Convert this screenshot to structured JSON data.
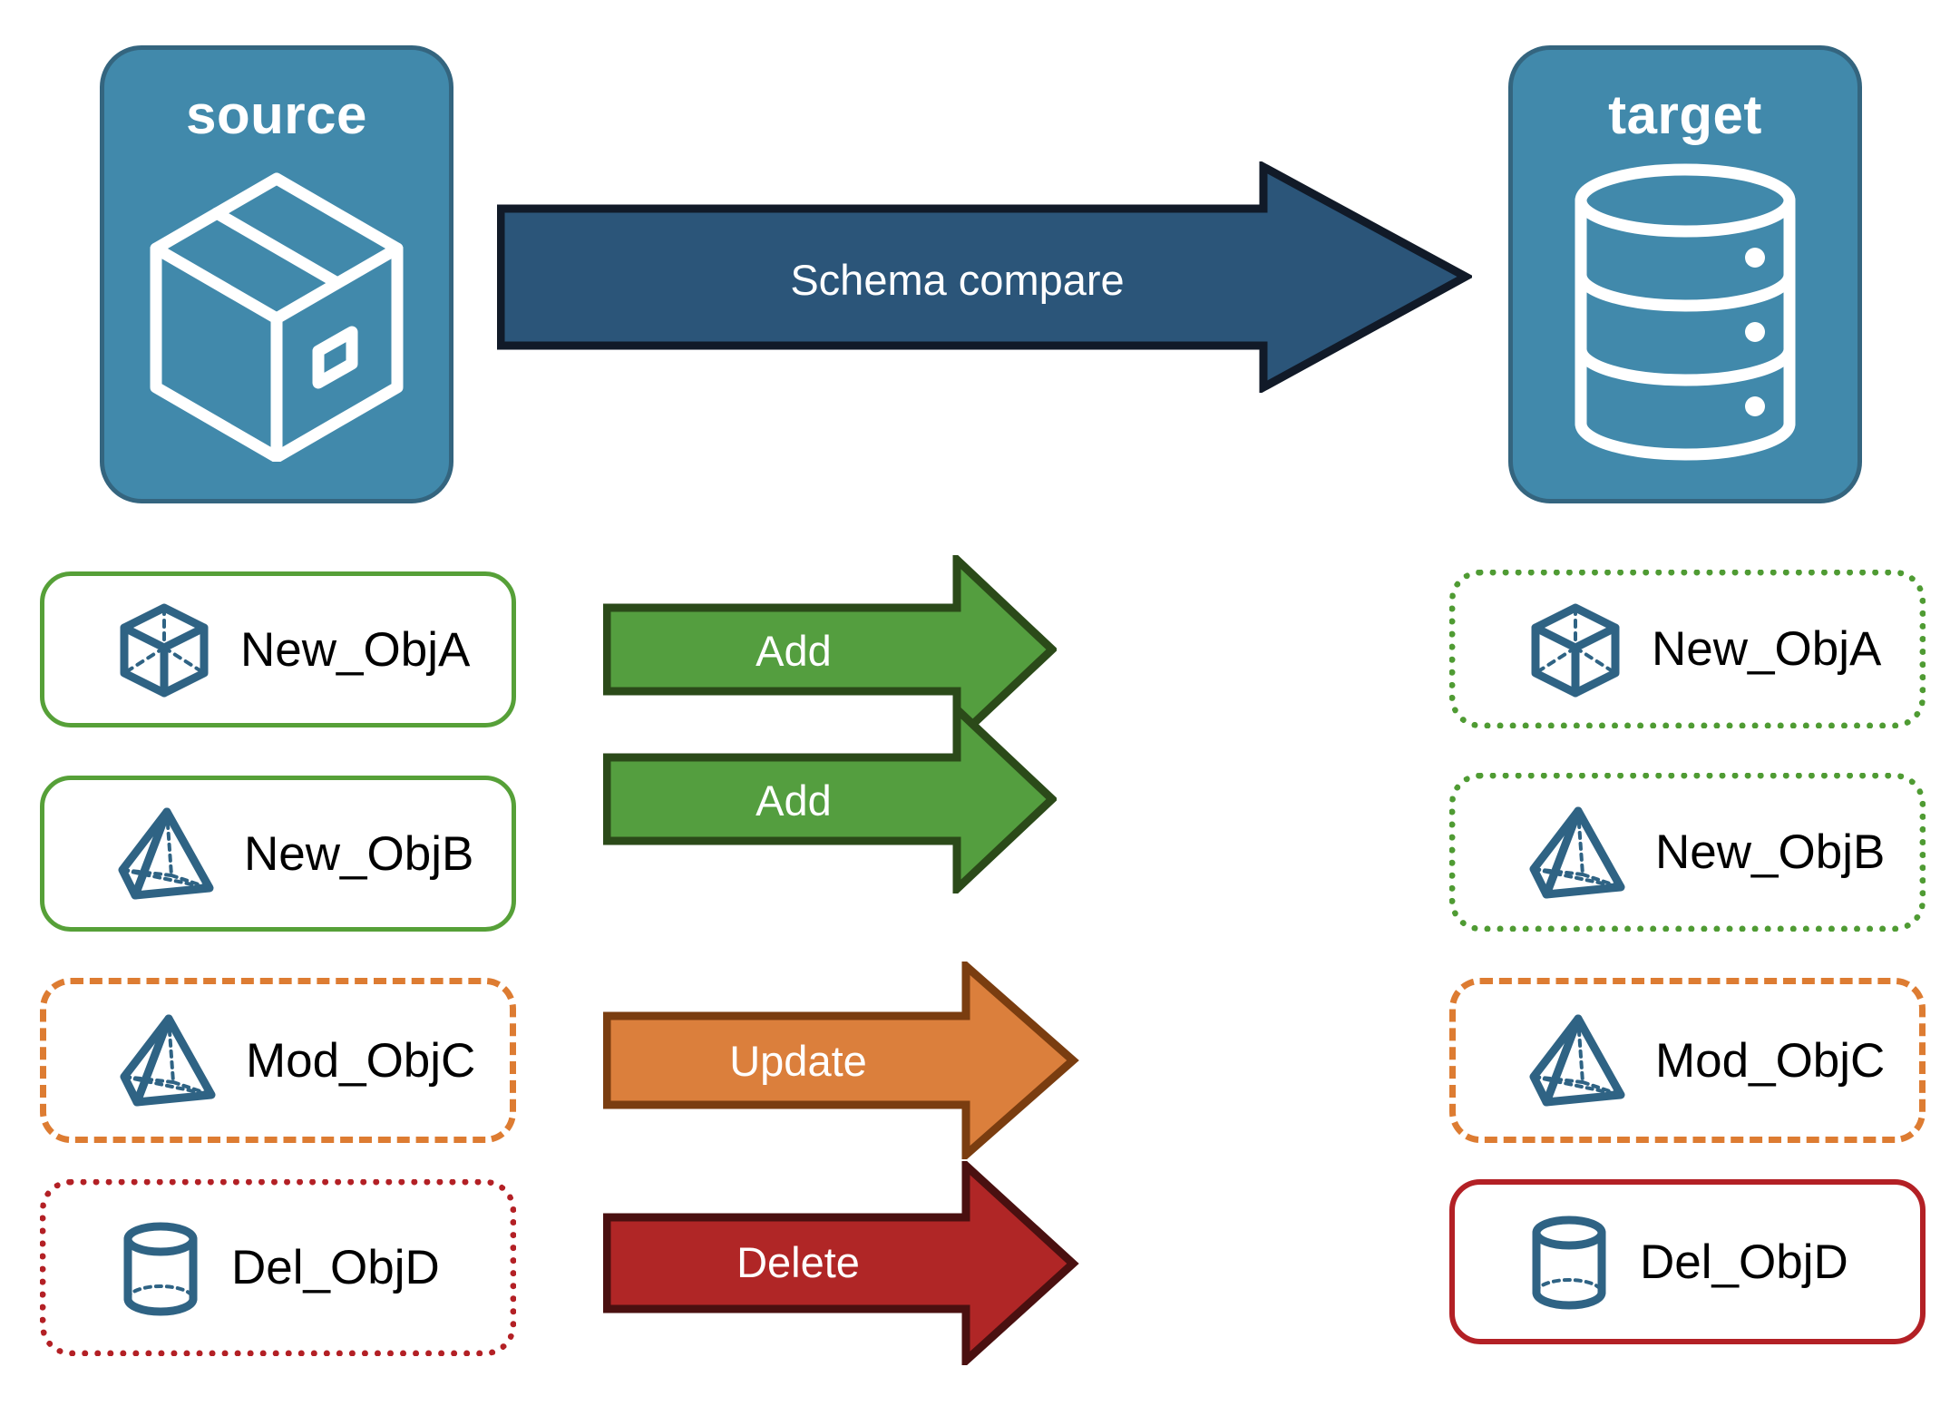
{
  "endpoints": {
    "source": {
      "title": "source",
      "icon": "package-box-icon"
    },
    "target": {
      "title": "target",
      "icon": "database-cylinder-icon"
    }
  },
  "compare": {
    "label": "Schema compare",
    "arrow_fill": "#2b5579",
    "arrow_stroke": "#111a28"
  },
  "rows": [
    {
      "action": "Add",
      "arrow_fill": "#549e3f",
      "arrow_stroke": "#2b4a19",
      "source": {
        "label": "New_ObjA",
        "icon": "wireframe-cube-icon",
        "border_style": "solid",
        "border_color": "#56a038"
      },
      "target": {
        "label": "New_ObjA",
        "icon": "wireframe-cube-icon",
        "border_style": "dotted",
        "border_color": "#4f9b33"
      }
    },
    {
      "action": "Add",
      "arrow_fill": "#549e3f",
      "arrow_stroke": "#2b4a19",
      "source": {
        "label": "New_ObjB",
        "icon": "wireframe-pyramid-icon",
        "border_style": "solid",
        "border_color": "#56a038"
      },
      "target": {
        "label": "New_ObjB",
        "icon": "wireframe-pyramid-icon",
        "border_style": "dotted",
        "border_color": "#4f9b33"
      }
    },
    {
      "action": "Update",
      "arrow_fill": "#db7f3c",
      "arrow_stroke": "#7a3d10",
      "source": {
        "label": "Mod_ObjC",
        "icon": "wireframe-pyramid-icon",
        "border_style": "dashed",
        "border_color": "#dd7c32"
      },
      "target": {
        "label": "Mod_ObjC",
        "icon": "wireframe-pyramid-icon",
        "border_style": "dashed",
        "border_color": "#dd7c32"
      }
    },
    {
      "action": "Delete",
      "arrow_fill": "#b02626",
      "arrow_stroke": "#4a1010",
      "source": {
        "label": "Del_ObjD",
        "icon": "wireframe-cylinder-icon",
        "border_style": "dotted",
        "border_color": "#b32025"
      },
      "target": {
        "label": "Del_ObjD",
        "icon": "wireframe-cylinder-icon",
        "border_style": "solid",
        "border_color": "#b32025"
      }
    }
  ],
  "colors": {
    "panel_fill": "#4189ab",
    "panel_stroke": "#34657f",
    "icon_stroke": "#2f6384",
    "background": "#ffffff",
    "text": "#000000"
  }
}
